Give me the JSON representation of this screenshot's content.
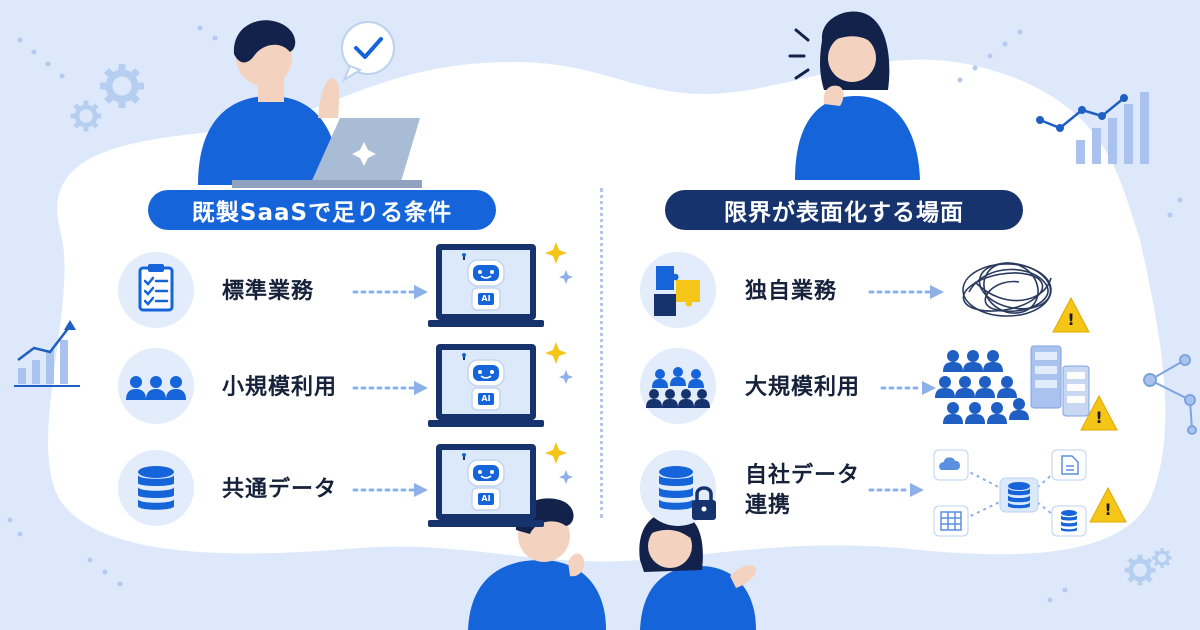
{
  "left_panel": {
    "heading": "既製SaaSで足りる条件",
    "items": [
      {
        "label": "標準業務",
        "icon": "clipboard-checklist-icon"
      },
      {
        "label": "小規模利用",
        "icon": "small-team-icon"
      },
      {
        "label": "共通データ",
        "icon": "database-icon"
      }
    ],
    "result_badge": "AI",
    "result_icon": "laptop-ai-robot-icon"
  },
  "right_panel": {
    "heading": "限界が表面化する場面",
    "items": [
      {
        "label": "独自業務",
        "icon": "puzzle-pieces-icon",
        "result_icon": "tangled-scribble-warning-icon"
      },
      {
        "label": "大規模利用",
        "icon": "large-crowd-icon",
        "result_icon": "crowd-servers-warning-icon"
      },
      {
        "label_lines": [
          "自社データ",
          "連携"
        ],
        "icon": "locked-database-icon",
        "result_icon": "data-integration-network-warning-icon"
      }
    ],
    "warning_glyph": "!"
  },
  "colors": {
    "background": "#dde9fb",
    "panel": "#ffffff",
    "brand_blue": "#1664d9",
    "navy": "#16336e",
    "light_blue": "#e2ecfb",
    "warning_yellow": "#f5c518",
    "text": "#16213a"
  }
}
